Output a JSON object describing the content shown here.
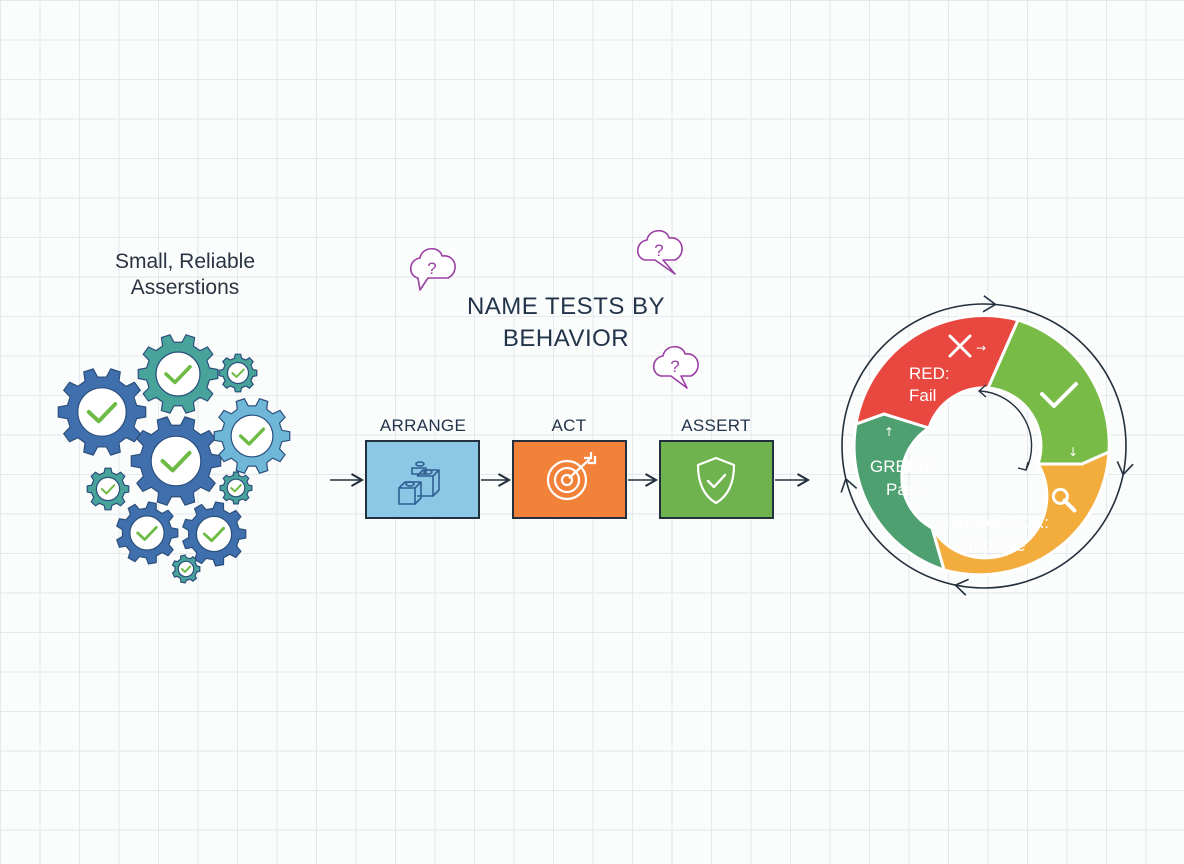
{
  "gears": {
    "title_line1": "Small, Reliable",
    "title_line2": "Asserstions"
  },
  "center": {
    "title_line1": "NAME TESTS BY",
    "title_line2": "BEHAVIOR",
    "question_mark": "?",
    "steps": [
      {
        "label": "ARRANGE",
        "color": "#8cc7e6",
        "icon": "blocks-icon"
      },
      {
        "label": "ACT",
        "color": "#f2813a",
        "icon": "target-icon"
      },
      {
        "label": "ASSERT",
        "color": "#6fb34e",
        "icon": "shield-check-icon"
      }
    ]
  },
  "cycle": {
    "red": {
      "title": "RED:",
      "sub": "Fail",
      "color": "#e8483f"
    },
    "green_top_color": "#79bb47",
    "green": {
      "title": "GREEN:",
      "sub": "Pass",
      "color": "#4fa071"
    },
    "refactor": {
      "title": "REFACTOR:",
      "sub": "Improve",
      "color": "#f3ad3c"
    }
  },
  "colors": {
    "gear_blue": "#3f6fad",
    "gear_teal": "#48a39a",
    "gear_light": "#6eb7d8",
    "check_green": "#6dbb45",
    "question_purple": "#9b3fa5",
    "ink": "#23303d"
  }
}
